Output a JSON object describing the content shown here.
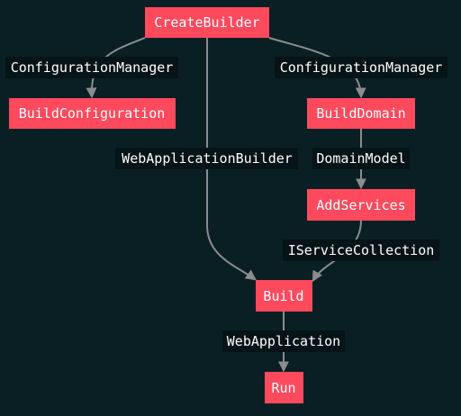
{
  "colors": {
    "background": "#0a1f24",
    "node_fill": "#ff4a5e",
    "node_text": "#ffffff",
    "edge": "#8c8c8c",
    "label_bg": "#061417"
  },
  "nodes": {
    "create_builder": "CreateBuilder",
    "build_configuration": "BuildConfiguration",
    "build_domain": "BuildDomain",
    "add_services": "AddServices",
    "build": "Build",
    "run": "Run"
  },
  "edges": {
    "create_to_configuration": "ConfigurationManager",
    "create_to_domain": "ConfigurationManager",
    "create_to_build": "WebApplicationBuilder",
    "domain_to_services": "DomainModel",
    "services_to_build": "IServiceCollection",
    "build_to_run": "WebApplication"
  }
}
